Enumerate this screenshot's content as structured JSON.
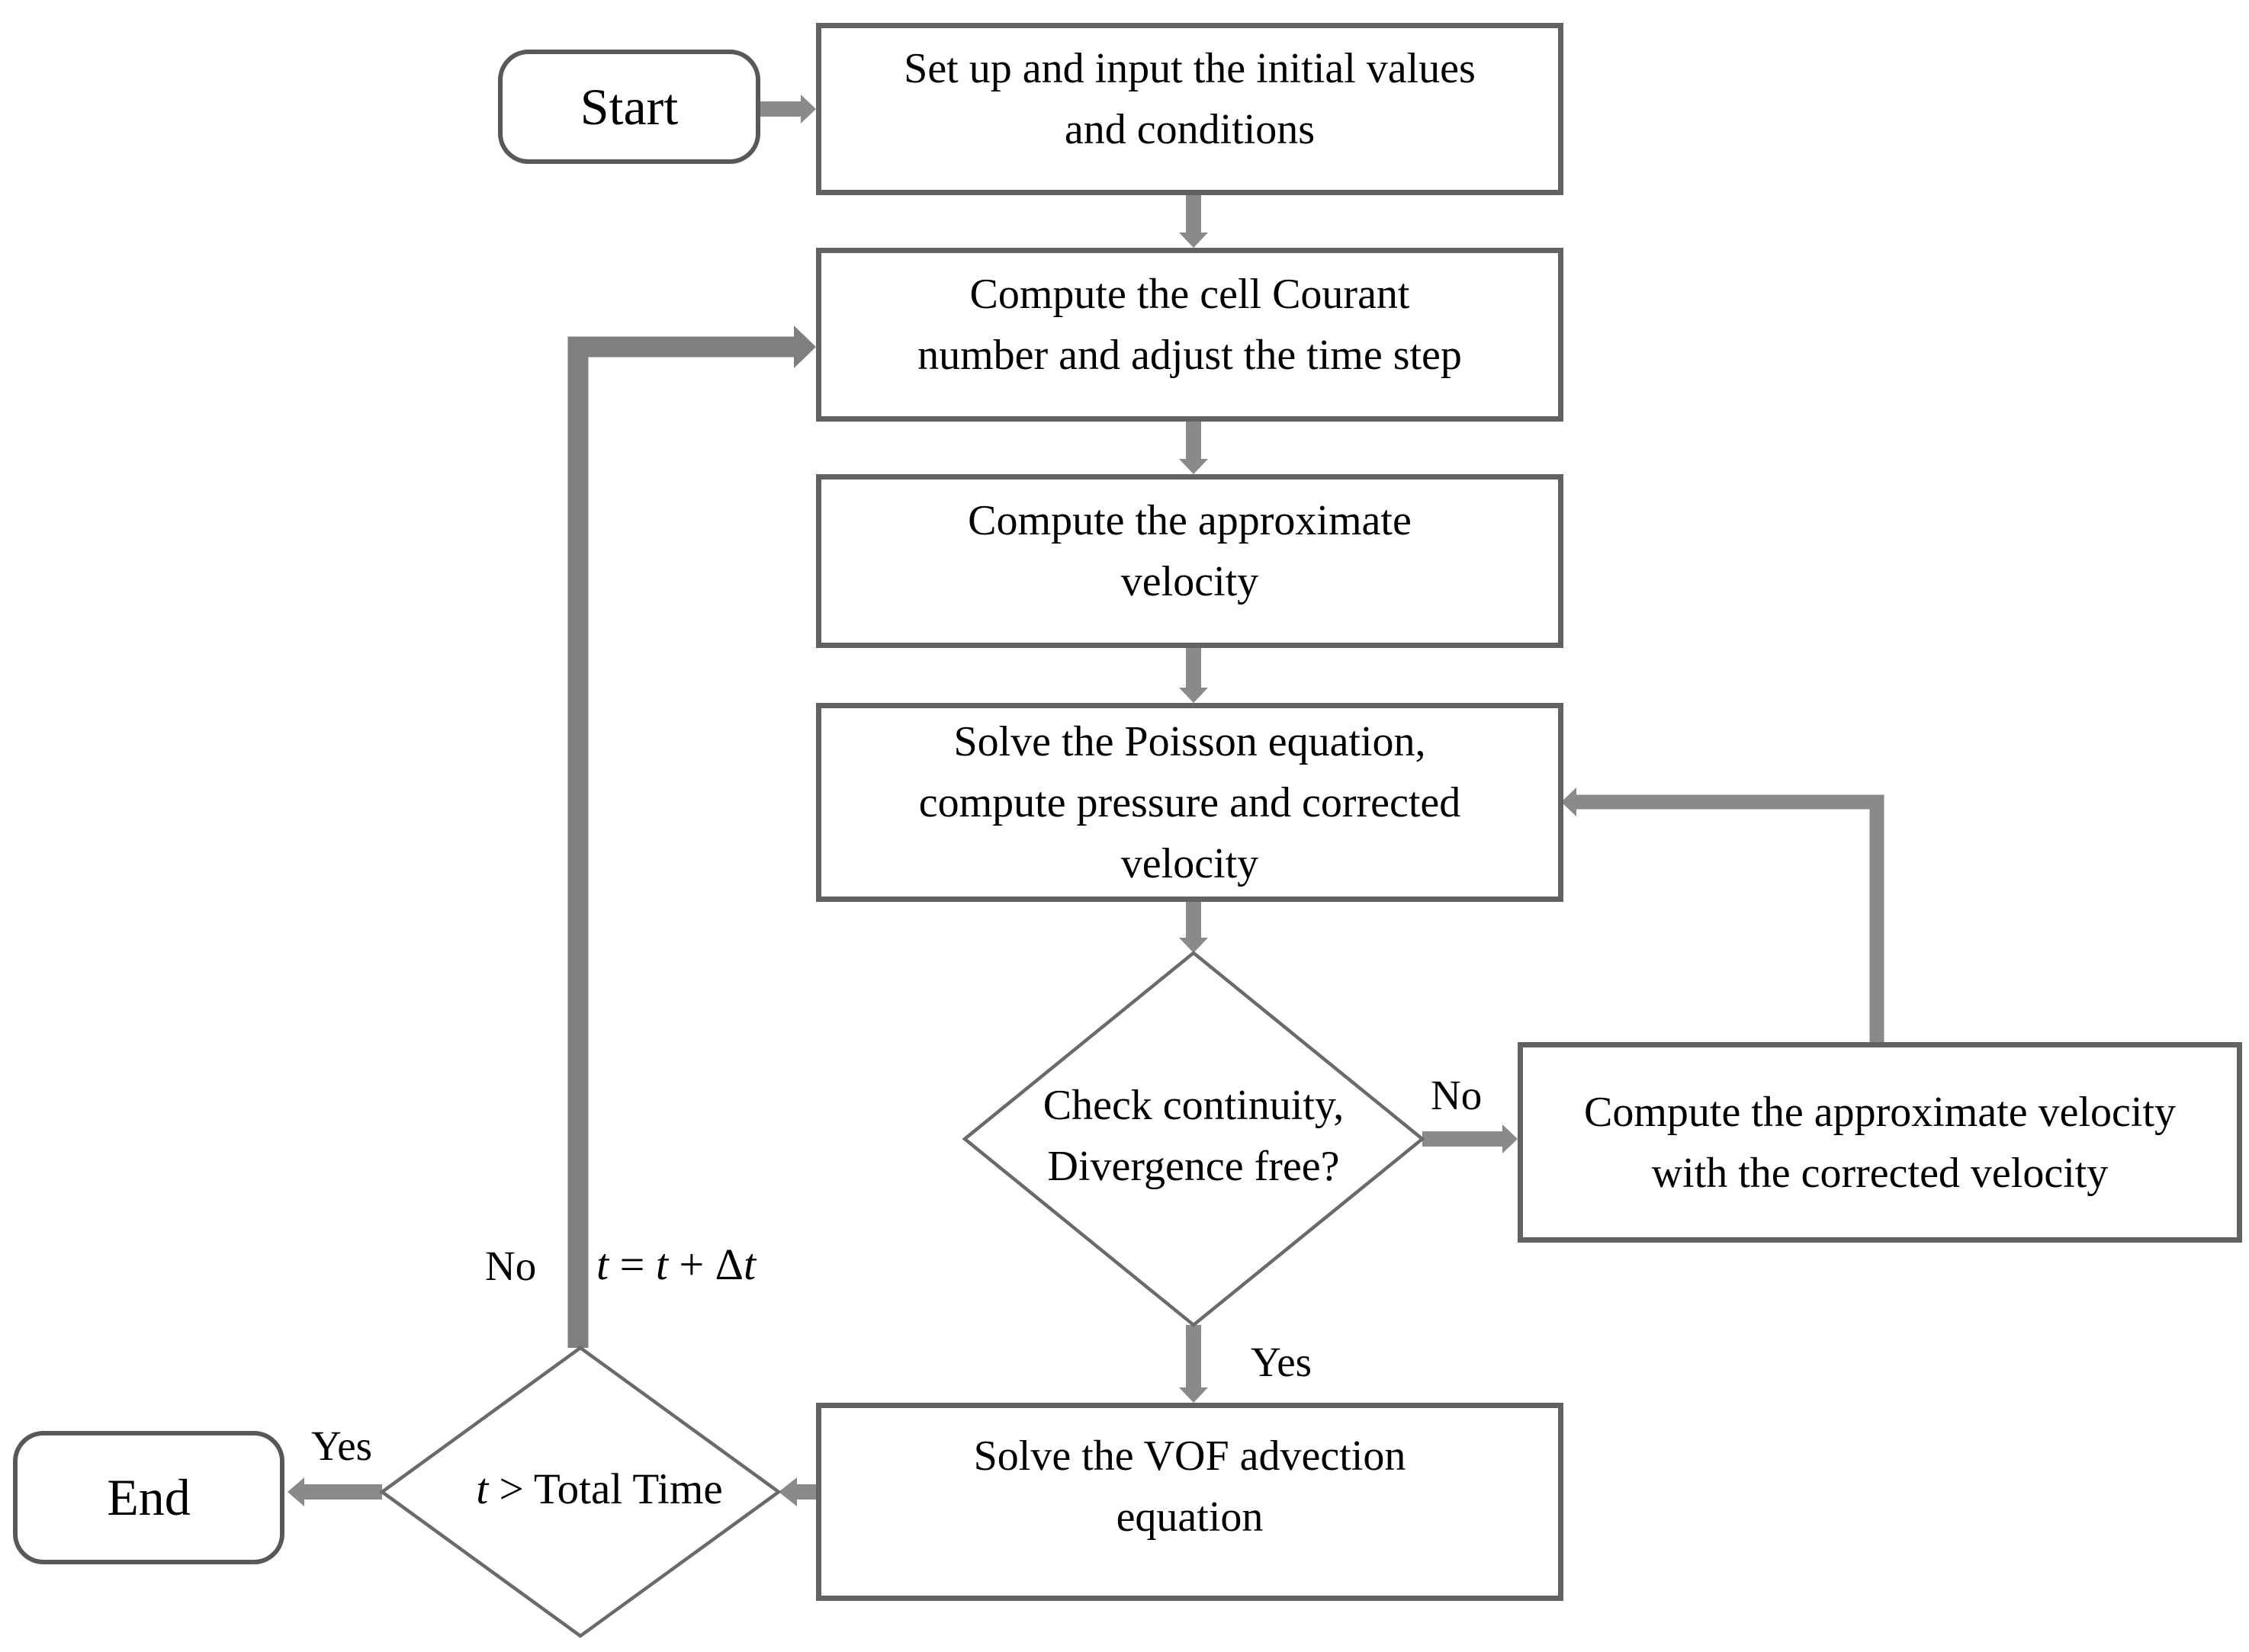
{
  "figure": {
    "type": "flowchart",
    "title": "VOF / pressure-correction CFD solver algorithm flowchart",
    "nodes": {
      "start": {
        "label": "Start",
        "shape": "terminator"
      },
      "setup": {
        "shape": "process",
        "lines": [
          "Set up and input the initial values",
          "and conditions"
        ]
      },
      "courant": {
        "shape": "process",
        "lines": [
          "Compute the cell Courant",
          "number and adjust the time step"
        ]
      },
      "approx_velocity": {
        "shape": "process",
        "lines": [
          "Compute the approximate",
          "velocity"
        ]
      },
      "poisson": {
        "shape": "process",
        "lines": [
          "Solve the Poisson equation,",
          "compute pressure and corrected",
          "velocity"
        ]
      },
      "continuity_check": {
        "shape": "decision",
        "lines": [
          "Check continuity,",
          "Divergence free?"
        ]
      },
      "recompute": {
        "shape": "process",
        "lines": [
          "Compute the approximate velocity",
          "with the corrected velocity"
        ]
      },
      "vof": {
        "shape": "process",
        "lines": [
          "Solve the VOF advection",
          "equation"
        ]
      },
      "time_check": {
        "shape": "decision",
        "var": "t",
        "rest": " > Total Time"
      },
      "end": {
        "label": "End",
        "shape": "terminator"
      }
    },
    "edge_labels": {
      "continuity_no": "No",
      "continuity_yes": "Yes",
      "time_no": "No",
      "time_yes": "Yes",
      "time_increment": {
        "t1": "t",
        "eq": " = ",
        "t2": "t",
        "plus": " + Δ",
        "t3": "t"
      }
    },
    "colors": {
      "background": "#ffffff",
      "process_border": "#626262",
      "terminator_border": "#585858",
      "decision_border": "#6a6a6a",
      "arrow": "#8a8a8a",
      "loop_line": "#7f7f7f",
      "text": "#000000"
    }
  }
}
